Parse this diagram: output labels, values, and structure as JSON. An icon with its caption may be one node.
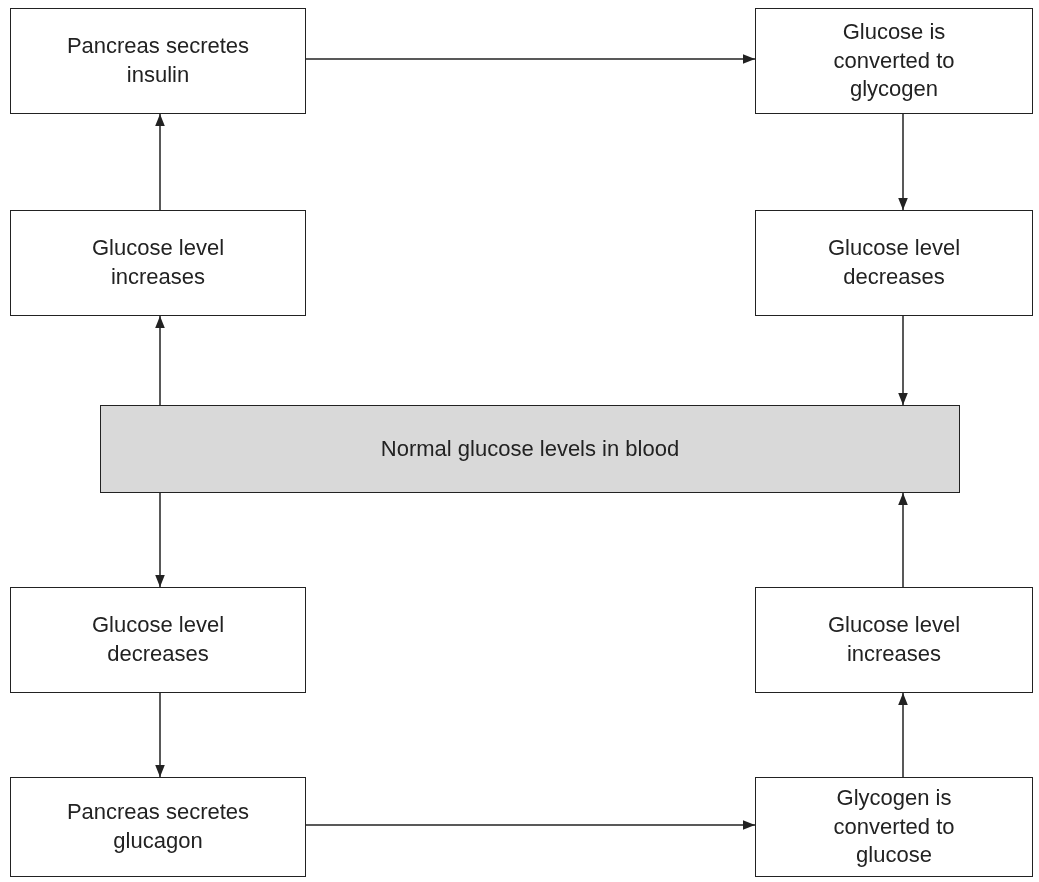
{
  "diagram": {
    "nodes": [
      {
        "text": [
          "Pancreas secretes insulin"
        ]
      },
      {
        "text": [
          "Glucose is converted to glycogen"
        ]
      },
      {
        "text": [
          "Glucose level increases"
        ]
      },
      {
        "text": [
          "Glucose level decreases"
        ]
      },
      {
        "text": [
          "Normal glucose levels in blood"
        ]
      },
      {
        "text": [
          "Glucose level decreases"
        ]
      },
      {
        "text": [
          "Glucose level increases"
        ]
      },
      {
        "text": [
          "Pancreas secretes glucagon"
        ]
      },
      {
        "text": [
          "Glycogen is converted to glucose"
        ]
      }
    ],
    "edges": [
      {
        "from": 4,
        "to": 2,
        "arrow": "to"
      },
      {
        "from": 2,
        "to": 0,
        "arrow": "to"
      },
      {
        "from": 0,
        "to": 1,
        "arrow": "to"
      },
      {
        "from": 1,
        "to": 3,
        "arrow": "to"
      },
      {
        "from": 3,
        "to": 4,
        "arrow": "to"
      },
      {
        "from": 4,
        "to": 5,
        "arrow": "to"
      },
      {
        "from": 5,
        "to": 7,
        "arrow": "to"
      },
      {
        "from": 7,
        "to": 8,
        "arrow": "to"
      },
      {
        "from": 8,
        "to": 6,
        "arrow": "to"
      },
      {
        "from": 6,
        "to": 4,
        "arrow": "to"
      }
    ]
  }
}
